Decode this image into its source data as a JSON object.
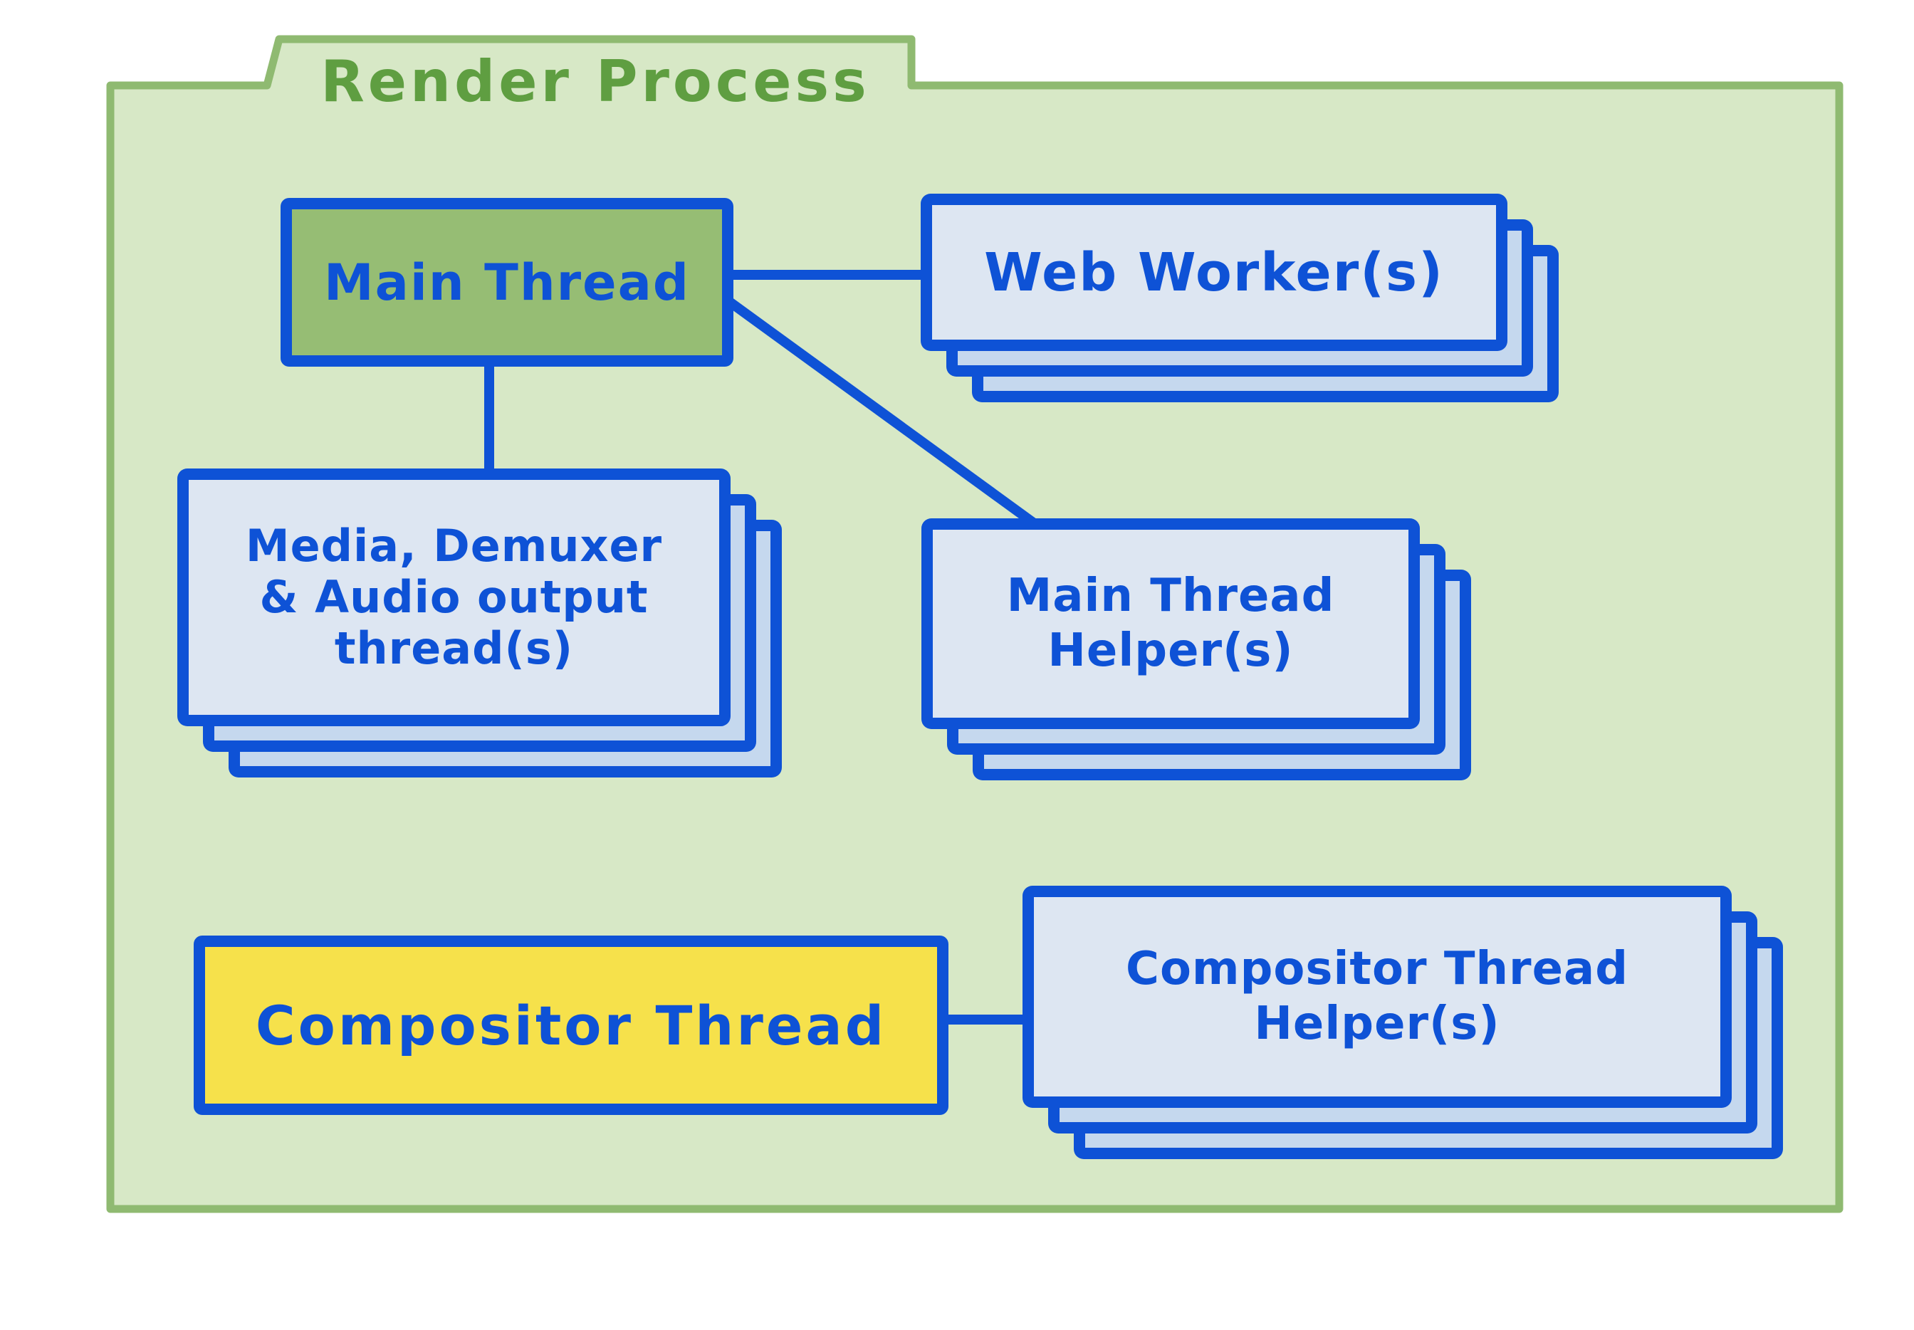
{
  "diagram": {
    "title": "Render Process",
    "nodes": {
      "main_thread": {
        "label": "Main Thread"
      },
      "web_workers": {
        "label": "Web Worker(s)"
      },
      "media_threads": {
        "line1": "Media, Demuxer",
        "line2": "& Audio output",
        "line3": "thread(s)"
      },
      "main_thread_helpers": {
        "line1": "Main Thread",
        "line2": "Helper(s)"
      },
      "compositor_thread": {
        "label": "Compositor Thread"
      },
      "compositor_thread_helpers": {
        "line1": "Compositor Thread",
        "line2": "Helper(s)"
      }
    },
    "connections": [
      {
        "from": "main_thread",
        "to": "web_workers"
      },
      {
        "from": "main_thread",
        "to": "media_threads"
      },
      {
        "from": "main_thread",
        "to": "main_thread_helpers"
      },
      {
        "from": "compositor_thread",
        "to": "compositor_thread_helpers"
      }
    ],
    "colors": {
      "blue": "#0E52D6",
      "folder_fill": "#D7E8C6",
      "folder_border": "#8FBA71",
      "title_green": "#5F9E41",
      "main_thread_fill": "#96BD74",
      "compositor_fill": "#F6E14B",
      "card_front_fill": "#DDE6F2",
      "card_back_fill": "#C5D8EE",
      "background": "#FFFFFF"
    }
  }
}
